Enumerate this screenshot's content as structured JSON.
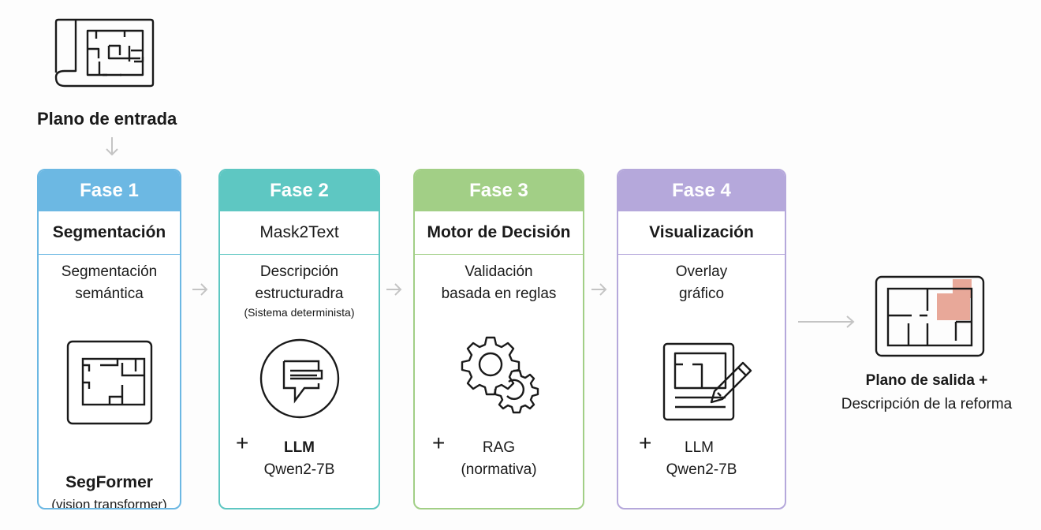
{
  "input": {
    "label": "Plano de entrada",
    "icon": "floorplan-scroll-icon"
  },
  "phases": [
    {
      "header": "Fase 1",
      "title": "Segmentación",
      "desc_lines": [
        "Segmentación",
        "semántica"
      ],
      "desc_small": "",
      "icon": "floorplan-frame-icon",
      "plus": "",
      "model_name": "SegFormer",
      "model_sub": "(vision transformer)",
      "color": "#6cb8e3"
    },
    {
      "header": "Fase 2",
      "title": "Mask2Text",
      "desc_lines": [
        "Descripción",
        "estructuradra"
      ],
      "desc_small": "(Sistema determinista)",
      "icon": "chat-document-icon",
      "plus": "+",
      "model_name": "LLM",
      "model_sub": "Qwen2-7B",
      "color": "#5ec7c2"
    },
    {
      "header": "Fase 3",
      "title": "Motor de Decisión",
      "desc_lines": [
        "Validación",
        "basada en reglas"
      ],
      "desc_small": "",
      "icon": "gears-icon",
      "plus": "+",
      "model_name": "RAG",
      "model_sub": "(normativa)",
      "color": "#a2cf86"
    },
    {
      "header": "Fase 4",
      "title": "Visualización",
      "desc_lines": [
        "Overlay",
        "gráfico"
      ],
      "desc_small": "",
      "icon": "plan-edit-pencil-icon",
      "plus": "+",
      "model_name": "LLM",
      "model_sub": "Qwen2-7B",
      "color": "#b5a8db"
    }
  ],
  "output": {
    "label_bold": "Plano de salida +",
    "label": "Descripción de la reforma",
    "icon": "floorplan-highlight-icon",
    "highlight_color": "#e8a899"
  },
  "arrow_color": "#c4c4c4"
}
